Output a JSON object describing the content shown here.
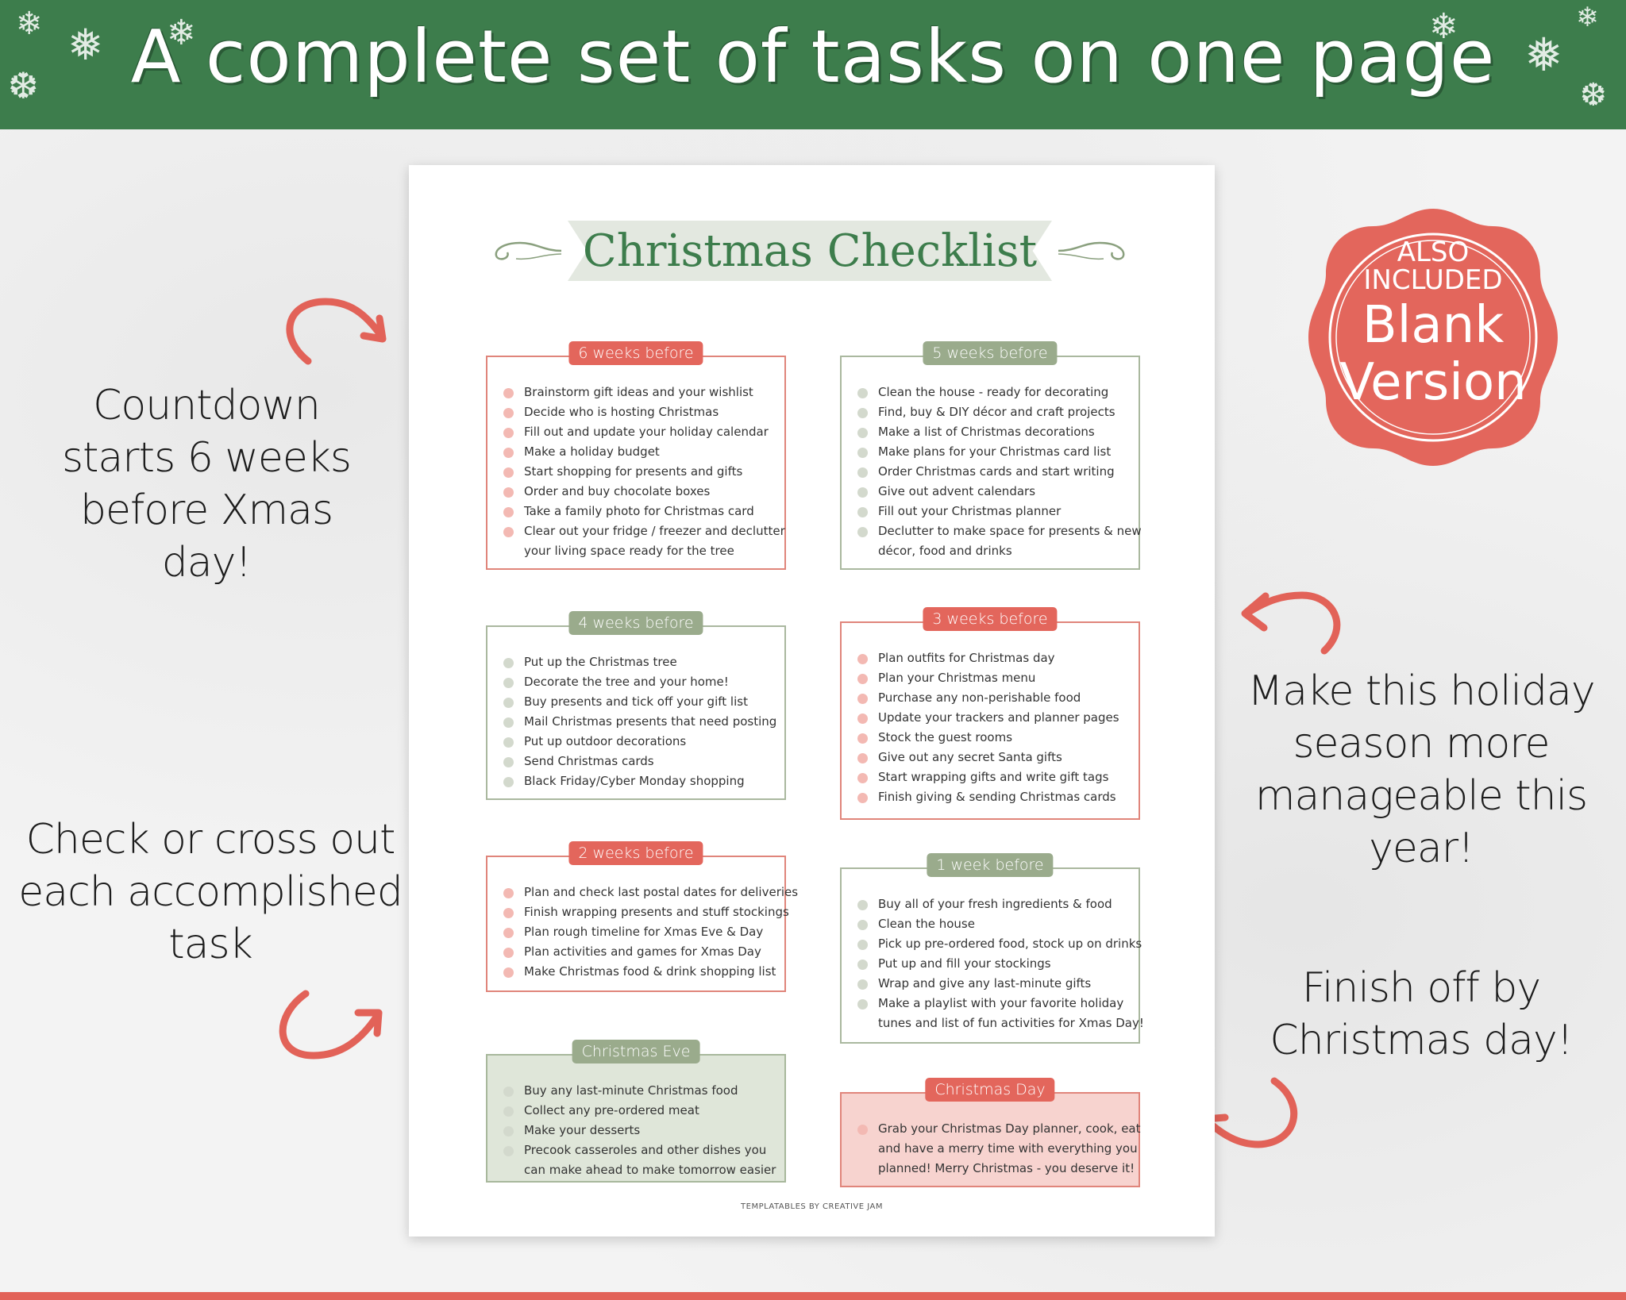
{
  "banner": {
    "title": "A complete set of tasks on one page"
  },
  "callouts": {
    "countdown": "Countdown starts 6 weeks before Xmas day!",
    "check": "Check or cross out each accomplished task",
    "manageable": "Make this holiday season more manageable this year!",
    "finish": "Finish off by Christmas day!"
  },
  "seal": {
    "line1": "ALSO",
    "line2": "INCLUDED",
    "line3": "Blank",
    "line4": "Version"
  },
  "document": {
    "title": "Christmas Checklist",
    "footer": "TEMPLATABLES BY CREATIVE JAM",
    "sections": {
      "six_weeks": {
        "label": "6 weeks before",
        "items": [
          "Brainstorm gift ideas and your wishlist",
          "Decide who is hosting Christmas",
          "Fill out and update your holiday calendar",
          "Make a holiday budget",
          "Start shopping for presents and gifts",
          "Order and buy chocolate boxes",
          "Take a family photo for Christmas card",
          "Clear out your fridge / freezer and declutter",
          "your living space ready for the tree"
        ]
      },
      "five_weeks": {
        "label": "5 weeks before",
        "items": [
          "Clean the house - ready for decorating",
          "Find, buy & DIY décor and craft projects",
          "Make a list of Christmas decorations",
          "Make plans for your Christmas card list",
          "Order Christmas cards and start writing",
          "Give out advent calendars",
          "Fill out your Christmas planner",
          "Declutter to make space for presents & new",
          "décor, food and drinks"
        ]
      },
      "four_weeks": {
        "label": "4 weeks before",
        "items": [
          "Put up the Christmas tree",
          "Decorate the tree and your home!",
          "Buy presents and tick off your gift list",
          "Mail Christmas presents that need posting",
          "Put up outdoor decorations",
          "Send Christmas cards",
          "Black Friday/Cyber Monday shopping"
        ]
      },
      "three_weeks": {
        "label": "3 weeks before",
        "items": [
          "Plan outfits for Christmas day",
          "Plan your Christmas menu",
          "Purchase any non-perishable food",
          "Update your trackers and planner pages",
          "Stock the guest rooms",
          "Give out any secret Santa gifts",
          "Start wrapping gifts and write gift tags",
          "Finish giving & sending Christmas cards"
        ]
      },
      "two_weeks": {
        "label": "2 weeks before",
        "items": [
          "Plan and check last postal dates for deliveries",
          "Finish wrapping presents and stuff stockings",
          "Plan rough timeline for Xmas Eve & Day",
          "Plan activities and games for Xmas Day",
          "Make Christmas food & drink shopping list"
        ]
      },
      "one_week": {
        "label": "1 week before",
        "items": [
          "Buy all of your fresh ingredients & food",
          "Clean the house",
          "Pick up pre-ordered food, stock up on drinks",
          "Put up and fill your stockings",
          "Wrap and give any last-minute gifts",
          "Make a playlist with your favorite holiday",
          "tunes and list of fun activities for Xmas Day!"
        ]
      },
      "eve": {
        "label": "Christmas Eve",
        "items": [
          "Buy any last-minute Christmas food",
          "Collect any pre-ordered meat",
          "Make your desserts",
          "Precook casseroles and other dishes you",
          "can make ahead to make tomorrow easier"
        ]
      },
      "day": {
        "label": "Christmas Day",
        "items": [
          "Grab your Christmas Day planner, cook, eat",
          "and have a merry time with everything you",
          "planned! Merry Christmas - you deserve it!"
        ]
      }
    }
  }
}
